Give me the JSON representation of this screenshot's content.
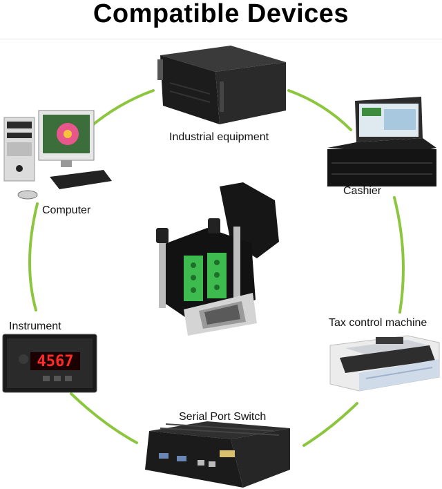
{
  "title": "Compatible Devices",
  "center_device": "db9-terminal-adapter",
  "devices": [
    {
      "id": "industrial",
      "label": "Industrial equipment",
      "icon": "industrial-equipment-icon"
    },
    {
      "id": "cashier",
      "label": "Cashier",
      "icon": "cashier-terminal-icon"
    },
    {
      "id": "tax",
      "label": "Tax control machine",
      "icon": "printer-icon"
    },
    {
      "id": "switch",
      "label": "Serial Port Switch",
      "icon": "serial-switch-icon"
    },
    {
      "id": "instrument",
      "label": "Instrument",
      "icon": "instrument-meter-icon",
      "display": "4567"
    },
    {
      "id": "computer",
      "label": "Computer",
      "icon": "desktop-computer-icon"
    }
  ],
  "colors": {
    "accent_ring": "#8cc63f",
    "terminal_green": "#3dbb4f"
  }
}
